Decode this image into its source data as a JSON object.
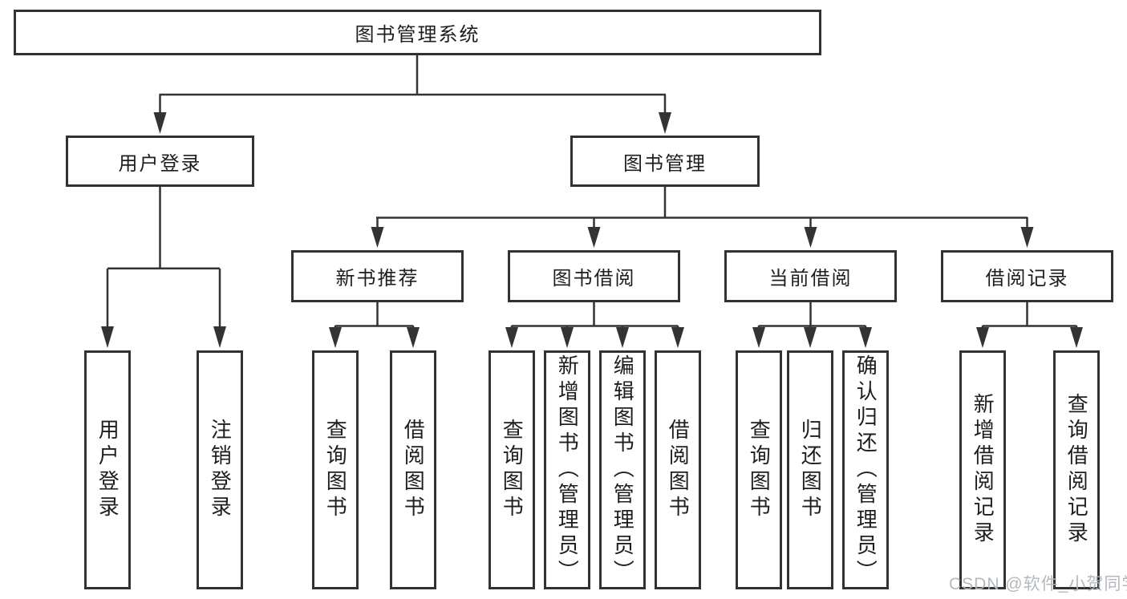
{
  "colors": {
    "line": "#333333",
    "box_border": "#323232",
    "text": "#1e1e1e",
    "watermark": "#b0b5bb",
    "background": "#ffffff"
  },
  "tree": {
    "root": {
      "label": "图书管理系统"
    },
    "level2": {
      "user_login": {
        "label": "用户登录"
      },
      "book_management": {
        "label": "图书管理"
      }
    },
    "level3": {
      "new_book": {
        "label": "新书推荐"
      },
      "book_borrow": {
        "label": "图书借阅"
      },
      "current_borrow": {
        "label": "当前借阅"
      },
      "borrow_record": {
        "label": "借阅记录"
      }
    },
    "leaves": {
      "user_login": [
        "用户登录",
        "注销登录"
      ],
      "new_book": [
        "查询图书",
        "借阅图书"
      ],
      "book_borrow": [
        "查询图书",
        "新增图书（管理员）",
        "编辑图书（管理员）",
        "借阅图书"
      ],
      "current_borrow": [
        "查询图书",
        "归还图书",
        "确认归还（管理员）"
      ],
      "borrow_record": [
        "新增借阅记录",
        "查询借阅记录"
      ]
    }
  },
  "watermark": {
    "text": "CSDN @软件_小贺同学"
  }
}
